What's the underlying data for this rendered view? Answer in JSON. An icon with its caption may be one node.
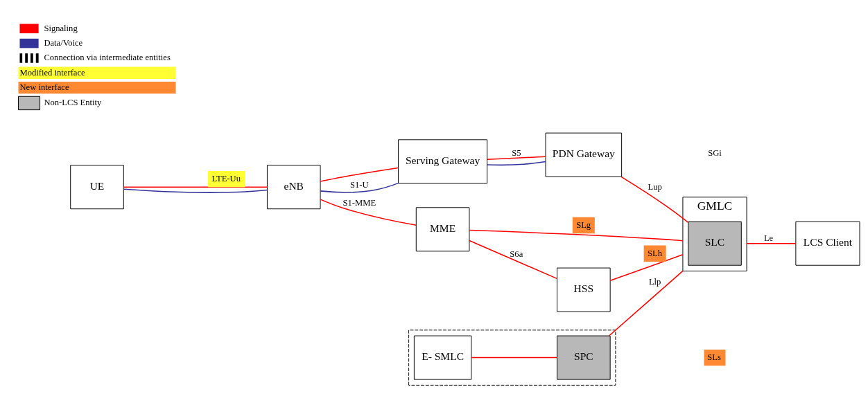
{
  "diagram": {
    "nodes": [
      {
        "text": [
          "UE"
        ]
      },
      {
        "text": [
          "eNB"
        ]
      },
      {
        "text": [
          "HSS"
        ]
      },
      {
        "text": [
          "MME"
        ]
      },
      {
        "text": [
          "GMLC"
        ]
      },
      {
        "text": [
          "SLC"
        ],
        "in": 4
      },
      {
        "text": [
          "LCS Client"
        ]
      },
      {
        "text": [],
        "shape": "box"
      },
      {
        "text": [
          "E- SMLC"
        ],
        "in": 7
      },
      {
        "text": [
          "SPC"
        ],
        "in": 7
      },
      {
        "text": [
          "Serving Gateway"
        ]
      },
      {
        "text": [
          "PDN Gateway"
        ]
      }
    ],
    "edges": [
      {
        "from": 0,
        "to": 1,
        "arrow": "none",
        "label": "LTE-Uu"
      },
      {
        "from": 0,
        "to": 1,
        "arrow": "none",
        "color": "#333399"
      },
      {
        "from": 1,
        "to": 3,
        "arrow": "none",
        "label": "S1-MME"
      },
      {
        "from": 3,
        "to": 2,
        "arrow": "none",
        "label": "S6a"
      },
      {
        "from": 2,
        "to": 4,
        "arrow": "none",
        "label": "SLh"
      },
      {
        "from": 3,
        "to": 4,
        "arrow": "none",
        "label": "SLg"
      },
      {
        "from": 4,
        "to": 6,
        "arrow": "none",
        "label": "Le"
      },
      {
        "from": 8,
        "to": 9,
        "arrow": "none"
      },
      {
        "from": 9,
        "to": 4,
        "arrow": "none",
        "label": "Llp"
      },
      {
        "from": 1,
        "to": 10,
        "arrow": "none",
        "label": "S1-U",
        "color": "#333399"
      },
      {
        "from": 1,
        "to": 10,
        "arrow": "none"
      },
      {
        "from": 10,
        "to": 11,
        "arrow": "none",
        "label": "S5"
      },
      {
        "from": 10,
        "to": 11,
        "arrow": "none",
        "color": "#333399"
      },
      {
        "from": 11,
        "to": 5,
        "arrow": "none",
        "label": "Lup"
      }
    ],
    "labels": [
      "SLs",
      "SGi"
    ],
    "legend": [
      {
        "text": "Signaling"
      },
      {
        "text": "Data/Voice"
      },
      {
        "text": "Connection via intermediate entities"
      },
      {
        "text": "Modified interface",
        "color": "#ffff33"
      },
      {
        "text": "New interface",
        "color": "#ff8833"
      },
      {
        "text": "Non-LCS Entity"
      }
    ]
  }
}
